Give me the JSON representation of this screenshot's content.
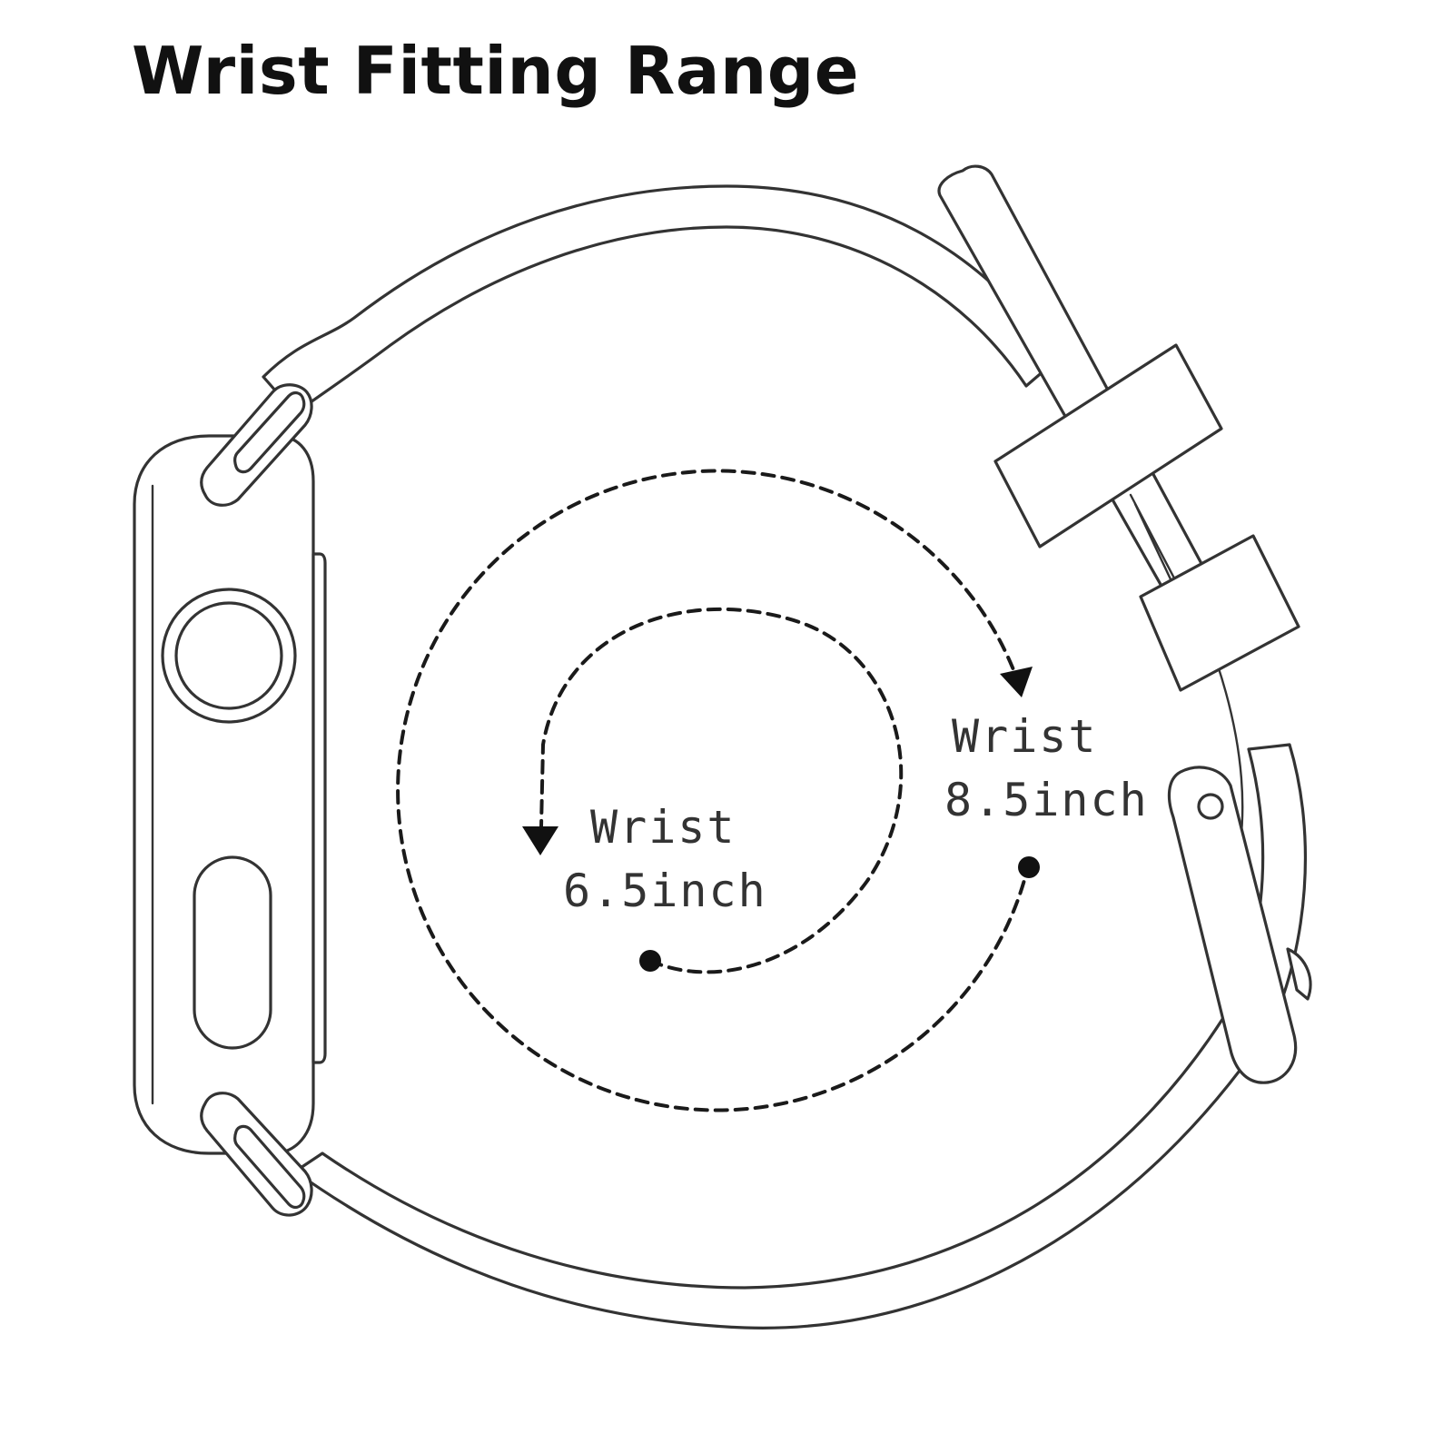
{
  "title": "Wrist Fitting Range",
  "labels": {
    "small": {
      "line1": "Wrist",
      "line2": "6.5inch"
    },
    "large": {
      "line1": "Wrist",
      "line2": "8.5inch"
    }
  },
  "colors": {
    "background": "#ffffff",
    "outline": "#333333",
    "dashed": "#1a1a1a",
    "title": "#111111"
  }
}
